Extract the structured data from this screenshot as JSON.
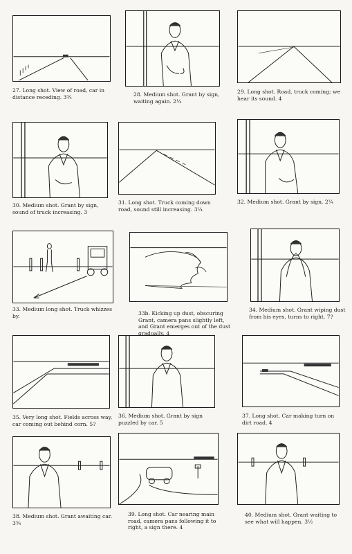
{
  "captions": {
    "c27": "27. Long shot. View of road, car in distance receding. 3¾",
    "c28": "28. Medium shot. Grant by sign, waiting again. 2¼",
    "c29": "29. Long shot. Road, truck coming; we hear its sound. 4",
    "c30": "30. Medium shot. Grant by sign, sound of truck increasing. 3",
    "c31": "31. Long shot. Truck coming down road, sound still increasing. 3¼",
    "c32": "32. Medium shot. Grant by sign. 2¼",
    "c33": "33. Medium long shot. Truck whizzes by.",
    "c33b": "33b. Kicking up dust, obscuring Grant, camera pans slightly left, and Grant emerges out of the dust gradually. 4",
    "c34": "34. Medium shot. Grant wiping dust from his eyes, turns to right. 7?",
    "c35": "35. Very long shot. Fields across way, car coming out behind corn. 5?",
    "c36": "36. Medium shot. Grant by sign puzzled by car. 5",
    "c37": "37. Long shot. Car making turn on dirt road. 4",
    "c38": "38. Medium shot. Grant awaiting car. 3¾",
    "c39": "39. Long shot. Car nearing main road, camera pans following it to right, a sign there. 4",
    "c40": "40. Medium shot. Grant waiting to see what will happen. 3½"
  }
}
